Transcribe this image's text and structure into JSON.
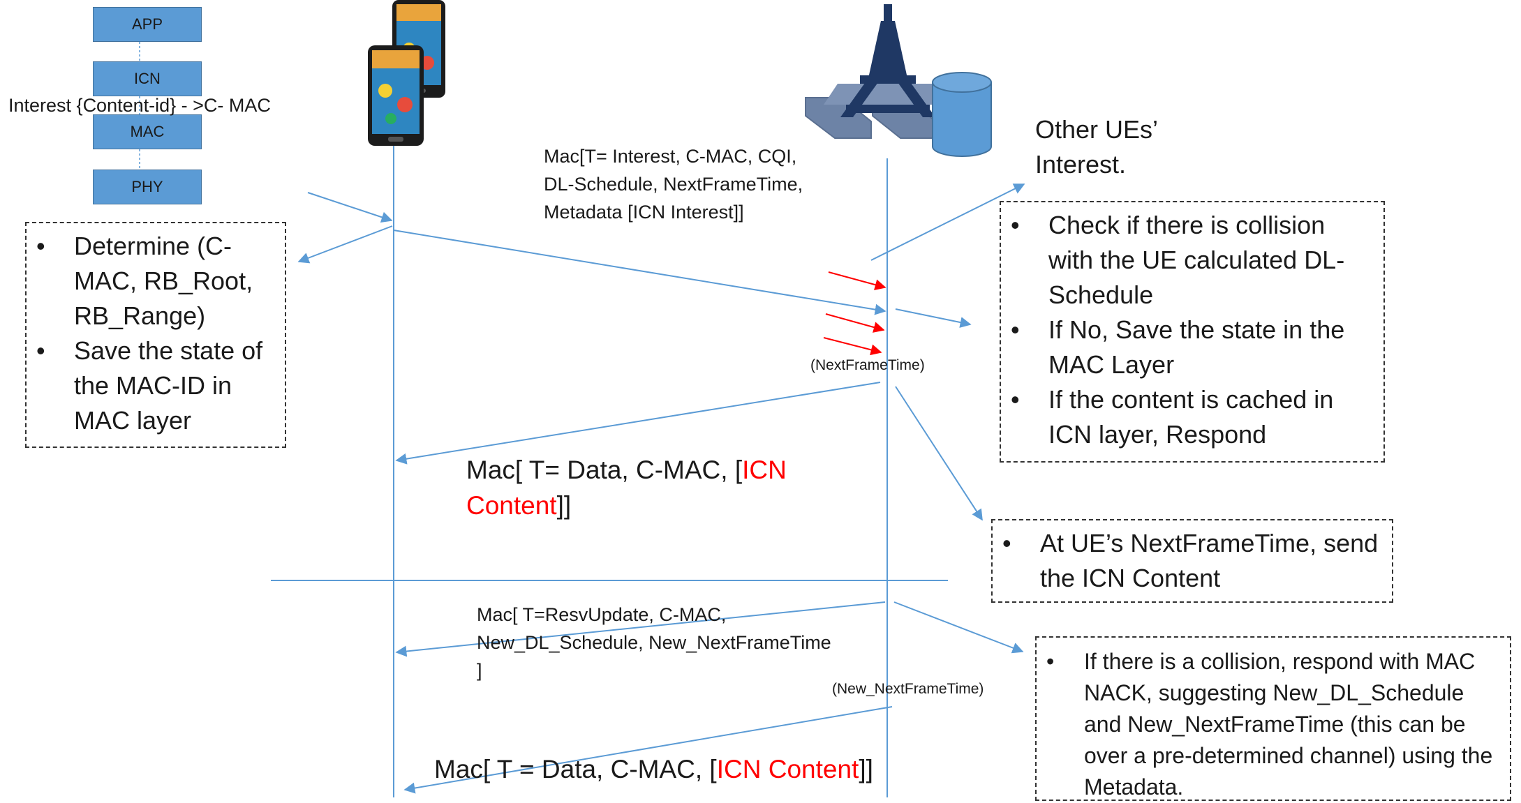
{
  "protocol_stack": {
    "layers": [
      "APP",
      "ICN",
      "MAC",
      "PHY"
    ],
    "interest_label": "Interest {Content-id} - >C- MAC"
  },
  "messages": {
    "uplink_interest": {
      "lines": [
        "Mac[T= Interest, C-MAC, CQI,",
        "DL-Schedule, NextFrameTime,",
        "Metadata  [ICN Interest]]"
      ]
    },
    "other_ues": [
      "Other UEs’",
      "Interest."
    ],
    "next_frame_time": "(NextFrameTime)",
    "data_reply": {
      "prefix": "Mac[ T= Data, C-MAC, [",
      "red_part1": "ICN",
      "red_part2": "Content",
      "suffix": "]]"
    },
    "resv_update": {
      "lines": [
        "Mac[ T=ResvUpdate, C-MAC,",
        "New_DL_Schedule, New_NextFrameTime",
        "]"
      ]
    },
    "new_next_frame_time": "(New_NextFrameTime)",
    "final_data": {
      "prefix": "Mac[ T = Data, C-MAC, [",
      "red": "ICN Content",
      "suffix": "]]"
    }
  },
  "notes": {
    "ue_note": [
      "Determine (C-MAC, RB_Root, RB_Range)",
      "Save the state of the MAC-ID in MAC layer"
    ],
    "bs_note": [
      "Check if there is collision with the UE calculated DL-Schedule",
      "If No, Save the state in the MAC Layer",
      "If the content is cached in ICN layer, Respond"
    ],
    "send_note": [
      "At UE’s NextFrameTime, send the ICN Content"
    ],
    "collision_note": [
      "If there is a collision, respond with MAC NACK, suggesting New_DL_Schedule and New_NextFrameTime (this can be over a pre-determined channel) using the Metadata."
    ]
  },
  "colors": {
    "arrow": "#5b9bd5",
    "highlight": "#ff0000",
    "box_fill": "#5b9bd5"
  }
}
